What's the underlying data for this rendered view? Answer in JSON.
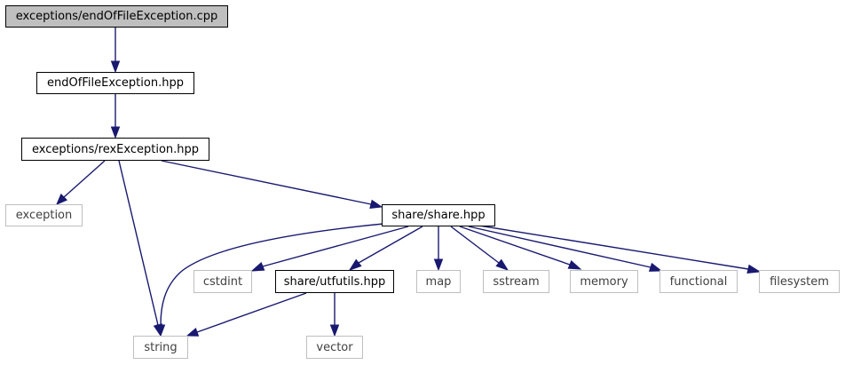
{
  "colors": {
    "edge": "#191970",
    "root_fill": "#bfbfbf",
    "node_border": "#000000",
    "external_border": "#bfbfbf",
    "external_text": "#404040"
  },
  "nodes": {
    "root": "exceptions/endOfFileException.cpp",
    "endoffile_hpp": "endOfFileException.hpp",
    "rexexception_hpp": "exceptions/rexException.hpp",
    "exception": "exception",
    "share_hpp": "share/share.hpp",
    "cstdint": "cstdint",
    "utfutils_hpp": "share/utfutils.hpp",
    "map": "map",
    "sstream": "sstream",
    "memory": "memory",
    "functional": "functional",
    "filesystem": "filesystem",
    "string": "string",
    "vector": "vector"
  }
}
